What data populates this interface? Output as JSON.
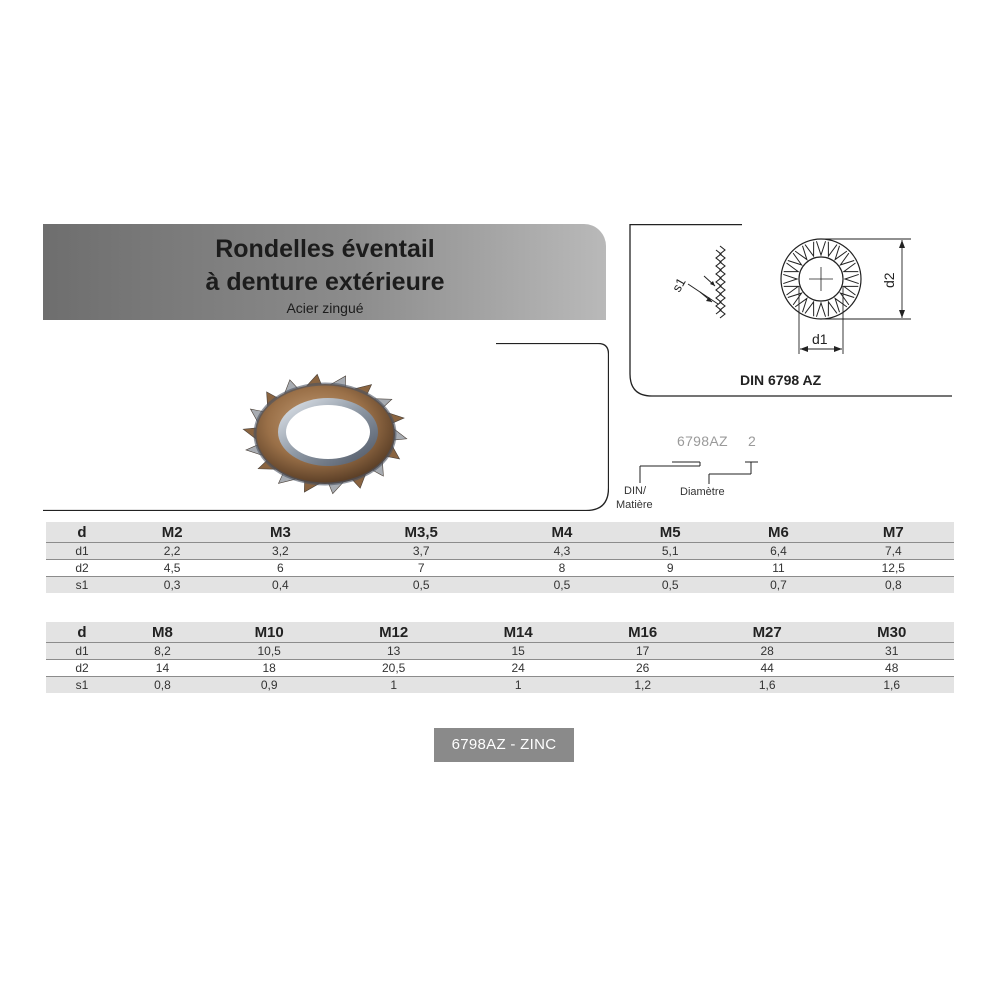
{
  "header": {
    "title_line1": "Rondelles éventail",
    "title_line2": "à denture extérieure",
    "subtitle": "Acier zingué"
  },
  "drawing": {
    "thickness_label": "s1",
    "inner_diameter_label": "d1",
    "outer_diameter_label": "d2",
    "standard": "DIN 6798 AZ"
  },
  "code_legend": {
    "code": "6798AZ",
    "size": "2",
    "din_label": "DIN/",
    "matiere_label": "Matière",
    "diametre_label": "Diamètre"
  },
  "table1": {
    "header_label": "d",
    "sizes": [
      "M2",
      "M3",
      "M3,5",
      "M4",
      "M5",
      "M6",
      "M7"
    ],
    "rows": [
      {
        "label": "d1",
        "values": [
          "2,2",
          "3,2",
          "3,7",
          "4,3",
          "5,1",
          "6,4",
          "7,4"
        ]
      },
      {
        "label": "d2",
        "values": [
          "4,5",
          "6",
          "7",
          "8",
          "9",
          "11",
          "12,5"
        ]
      },
      {
        "label": "s1",
        "values": [
          "0,3",
          "0,4",
          "0,5",
          "0,5",
          "0,5",
          "0,7",
          "0,8"
        ]
      }
    ]
  },
  "table2": {
    "header_label": "d",
    "sizes": [
      "M8",
      "M10",
      "M12",
      "M14",
      "M16",
      "M27",
      "M30"
    ],
    "rows": [
      {
        "label": "d1",
        "values": [
          "8,2",
          "10,5",
          "13",
          "15",
          "17",
          "28",
          "31"
        ]
      },
      {
        "label": "d2",
        "values": [
          "14",
          "18",
          "20,5",
          "24",
          "26",
          "44",
          "48"
        ]
      },
      {
        "label": "s1",
        "values": [
          "0,8",
          "0,9",
          "1",
          "1",
          "1,2",
          "1,6",
          "1,6"
        ]
      }
    ]
  },
  "badge": {
    "label": "6798AZ - ZINC"
  },
  "colors": {
    "banner": "#8c8c8c",
    "row_shade": "#e3e3e3",
    "badge": "#8a8a8a"
  }
}
